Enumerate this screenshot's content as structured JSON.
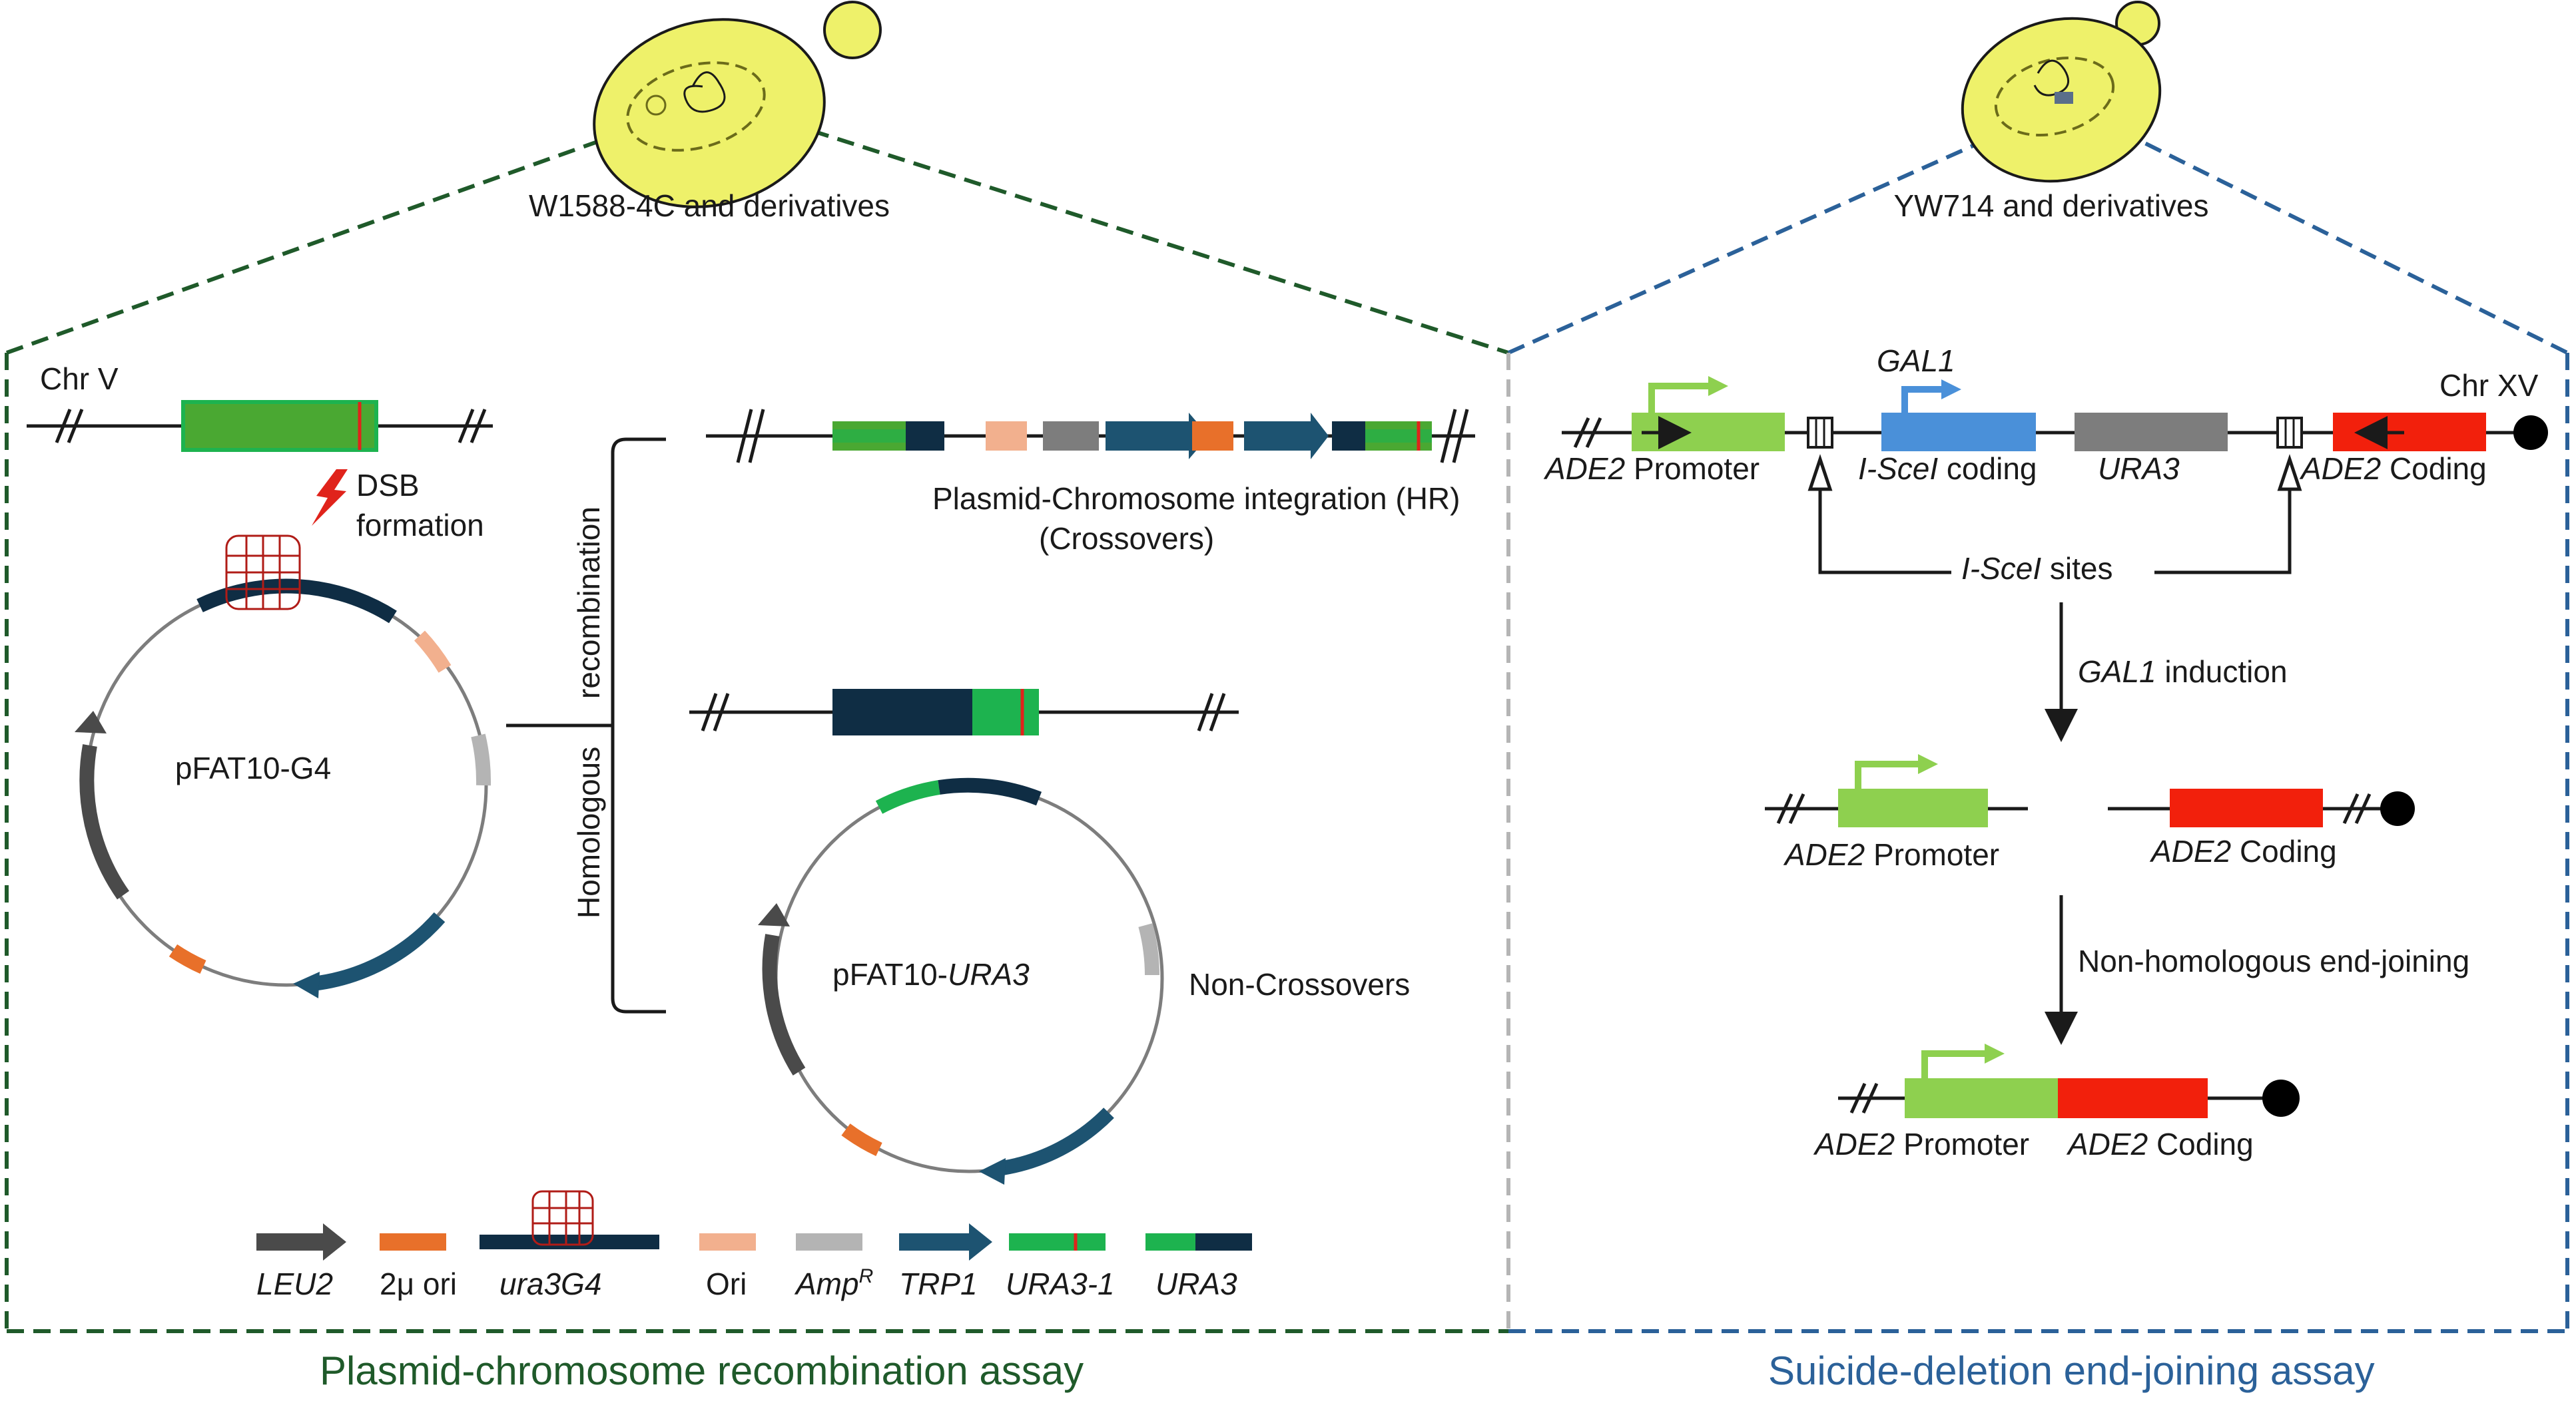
{
  "left_panel": {
    "strain_label": "W1588-4C and derivatives",
    "chr_label": "Chr V",
    "dsb_label_1": "DSB",
    "dsb_label_2": "formation",
    "plasmid_label": "pFAT10-G4",
    "homologous_recombination_1": "Homologous",
    "homologous_recombination_2": "recombination",
    "integration_label_1": "Plasmid-Chromosome integration (HR)",
    "integration_label_2": "(Crossovers)",
    "plasmid2_label_prefix": "pFAT10-",
    "plasmid2_label_italic": "URA3",
    "noncrossover_label": "Non-Crossovers",
    "caption": "Plasmid-chromosome recombination assay"
  },
  "legend": {
    "leu2": "LEU2",
    "two_micron": "2μ ori",
    "ura3g4": "ura3G4",
    "ori": "Ori",
    "amp": "Amp",
    "amp_sup": "R",
    "trp1": "TRP1",
    "ura3_1": "URA3-1",
    "ura3": "URA3"
  },
  "right_panel": {
    "strain_label": "YW714 and derivatives",
    "chr_label": "Chr XV",
    "gal1_label": "GAL1",
    "ade2_promoter_gene": "ADE2",
    "ade2_promoter_word": " Promoter",
    "isce_coding_gene": "I-SceI",
    "isce_coding_word": " coding",
    "ura3_label": "URA3",
    "ade2_coding_gene": "ADE2",
    "ade2_coding_word": " Coding",
    "isce_sites_gene": "I-SceI",
    "isce_sites_word": " sites",
    "gal1_induction_gene": "GAL1",
    "gal1_induction_word": " induction",
    "nhej_label": "Non-homologous end-joining",
    "caption": "Suicide-deletion end-joining assay"
  },
  "colors": {
    "green_dashed": "#1f5a2a",
    "blue_dashed": "#2b6199",
    "grey_divider": "#b5b5b5",
    "ura3_green": "#1db34f",
    "chr_green": "#4aa832",
    "navy": "#0f2d44",
    "teal": "#1d5371",
    "orange": "#e8702a",
    "peach": "#f2b08e",
    "grey": "#7d7d7d",
    "light_grey": "#b4b4b4",
    "dark_grey": "#4a4a4a",
    "promoter_green": "#8ed04f",
    "isce_blue": "#4a90d9",
    "ade2_red": "#f2200c",
    "yeast_yellow": "#eef16a"
  }
}
